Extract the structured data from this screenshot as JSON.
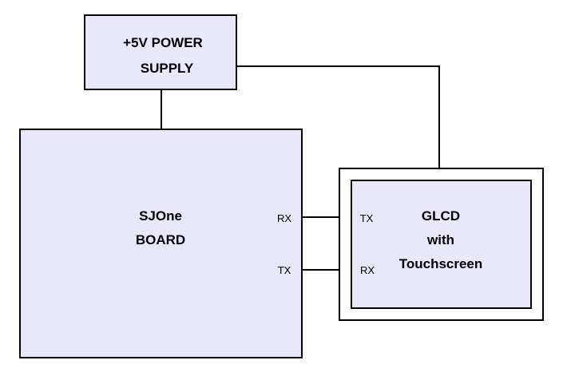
{
  "power_supply": {
    "line1": "+5V POWER",
    "line2": "SUPPLY"
  },
  "board": {
    "line1": "SJOne",
    "line2": "BOARD",
    "pin_rx": "RX",
    "pin_tx": "TX"
  },
  "glcd": {
    "line1": "GLCD",
    "line2": "with",
    "line3": "Touchscreen",
    "pin_tx": "TX",
    "pin_rx": "RX"
  },
  "colors": {
    "box_fill": "#e8e8fa",
    "stroke": "#000000"
  }
}
